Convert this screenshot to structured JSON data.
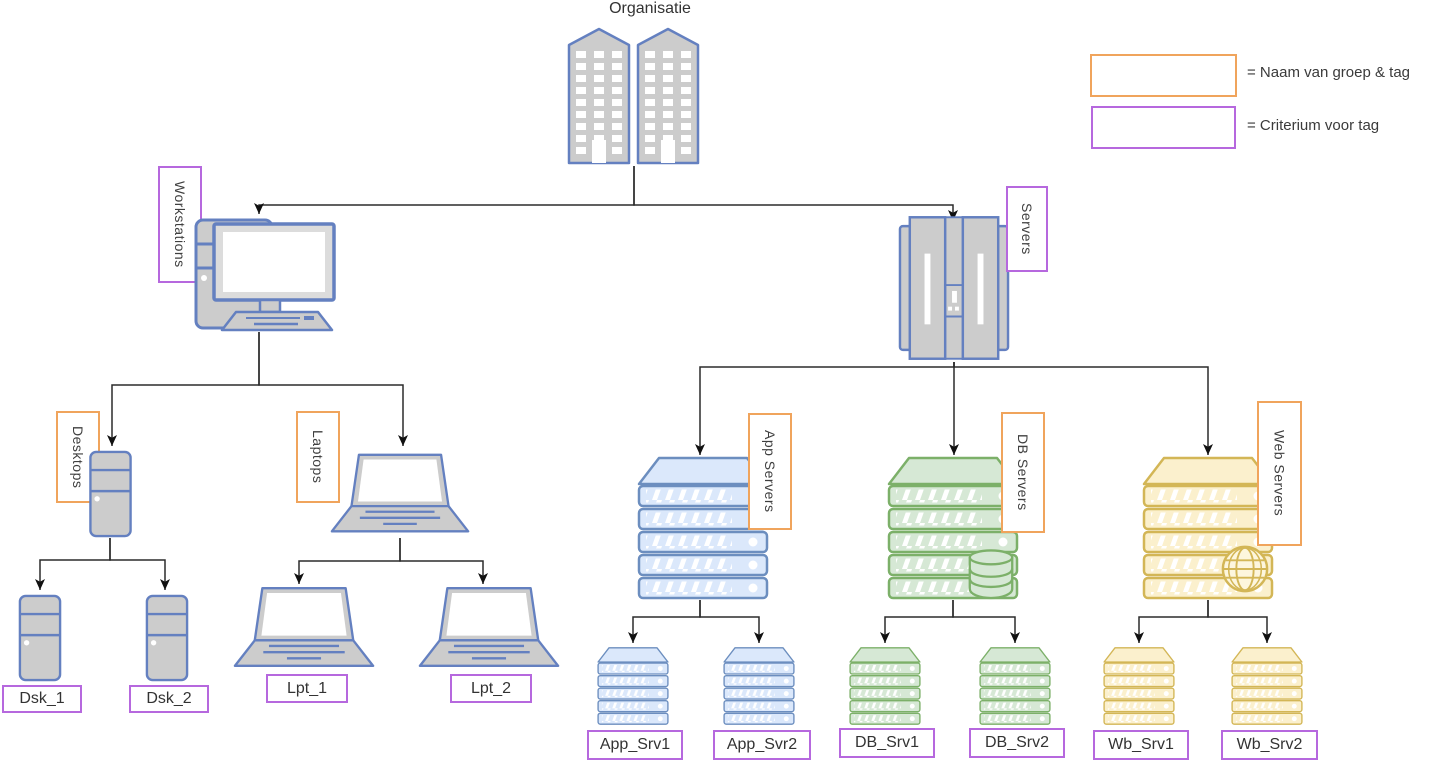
{
  "diagram": {
    "title": "Organisatie",
    "legend": [
      {
        "label": "= Naam van groep & tag",
        "type": "group-tag-box",
        "border": "orange"
      },
      {
        "label": "= Criterium voor tag",
        "type": "criterium-box",
        "border": "purple"
      }
    ],
    "groups": {
      "workstations": "Workstations",
      "servers": "Servers",
      "desktops": "Desktops",
      "laptops": "Laptops",
      "app_servers": "App Servers",
      "db_servers": "DB Servers",
      "web_servers": "Web Servers"
    },
    "leaves": {
      "dsk1": "Dsk_1",
      "dsk2": "Dsk_2",
      "lpt1": "Lpt_1",
      "lpt2": "Lpt_2",
      "app_srv1": "App_Srv1",
      "app_svr2": "App_Svr2",
      "db_srv1": "DB_Srv1",
      "db_srv2": "DB_Srv2",
      "wb_srv1": "Wb_Srv1",
      "wb_srv2": "Wb_Srv2"
    },
    "colors": {
      "group_tag_border": "#F0A45C",
      "criterium_border": "#B668DE",
      "app_fill": "#DBE8FB",
      "app_stroke": "#6C8EBF",
      "db_fill": "#D6E8D5",
      "db_stroke": "#7CB069",
      "web_fill": "#FBF0CD",
      "web_stroke": "#D3B656",
      "device_fill": "#CCCCCC",
      "device_stroke": "#6480C0"
    }
  }
}
